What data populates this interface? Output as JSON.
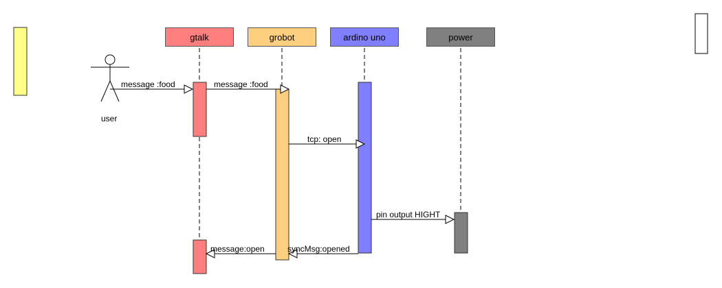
{
  "actors": [
    {
      "id": "user",
      "label": "user"
    }
  ],
  "lifelines": [
    {
      "id": "gtalk",
      "label": "gtalk",
      "color": "#ff7f7f"
    },
    {
      "id": "grobot",
      "label": "grobot",
      "color": "#ffcf80"
    },
    {
      "id": "ardino",
      "label": "ardino uno",
      "color": "#7f7fff"
    },
    {
      "id": "power",
      "label": "power",
      "color": "#808080"
    }
  ],
  "messages": [
    {
      "label": "message :food",
      "from": "user",
      "to": "gtalk"
    },
    {
      "label": "message :food",
      "from": "gtalk",
      "to": "grobot"
    },
    {
      "label": "tcp: open",
      "from": "grobot",
      "to": "ardino"
    },
    {
      "label": "pin output HIGHT",
      "from": "ardino",
      "to": "power"
    },
    {
      "label": "syncMsg:opened",
      "from": "ardino",
      "to": "grobot"
    },
    {
      "label": "message:open",
      "from": "grobot",
      "to": "gtalk"
    }
  ],
  "palette": {
    "yellow_note": "#ffff88",
    "line": "#000000"
  }
}
